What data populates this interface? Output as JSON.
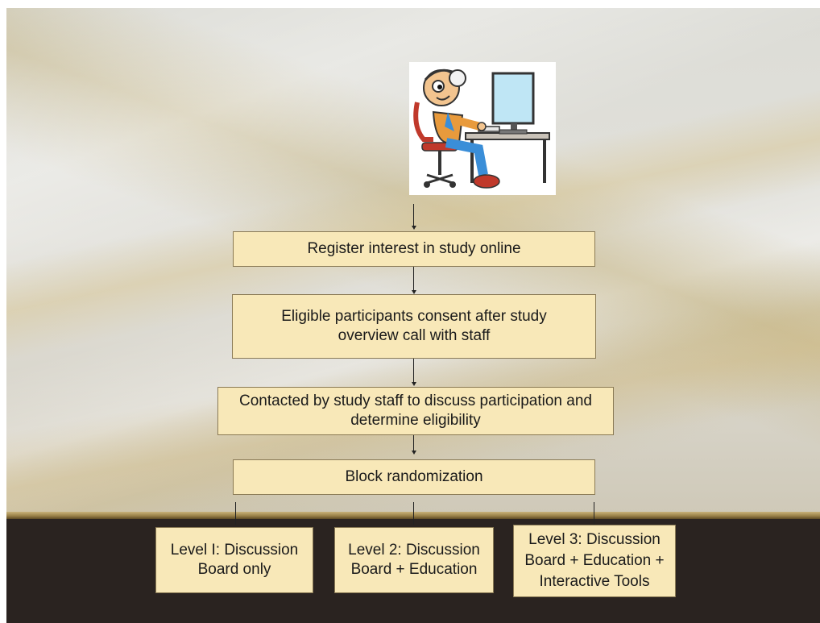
{
  "flow": {
    "step1": "Register interest in study online",
    "step2": "Eligible participants consent after study overview call with staff",
    "step3": "Contacted by study staff to discuss participation and determine eligibility",
    "step4": "Block randomization",
    "level1": "Level I: Discussion Board only",
    "level2": "Level 2: Discussion Board + Education",
    "level3": "Level 3: Discussion Board + Education + Interactive Tools"
  },
  "clipart": {
    "icon": "person-at-computer-icon"
  },
  "colors": {
    "box_fill": "#f8e8b8",
    "box_border": "#8a7a55",
    "dark_band": "#2a2320",
    "gold_band": "#9b8249"
  }
}
